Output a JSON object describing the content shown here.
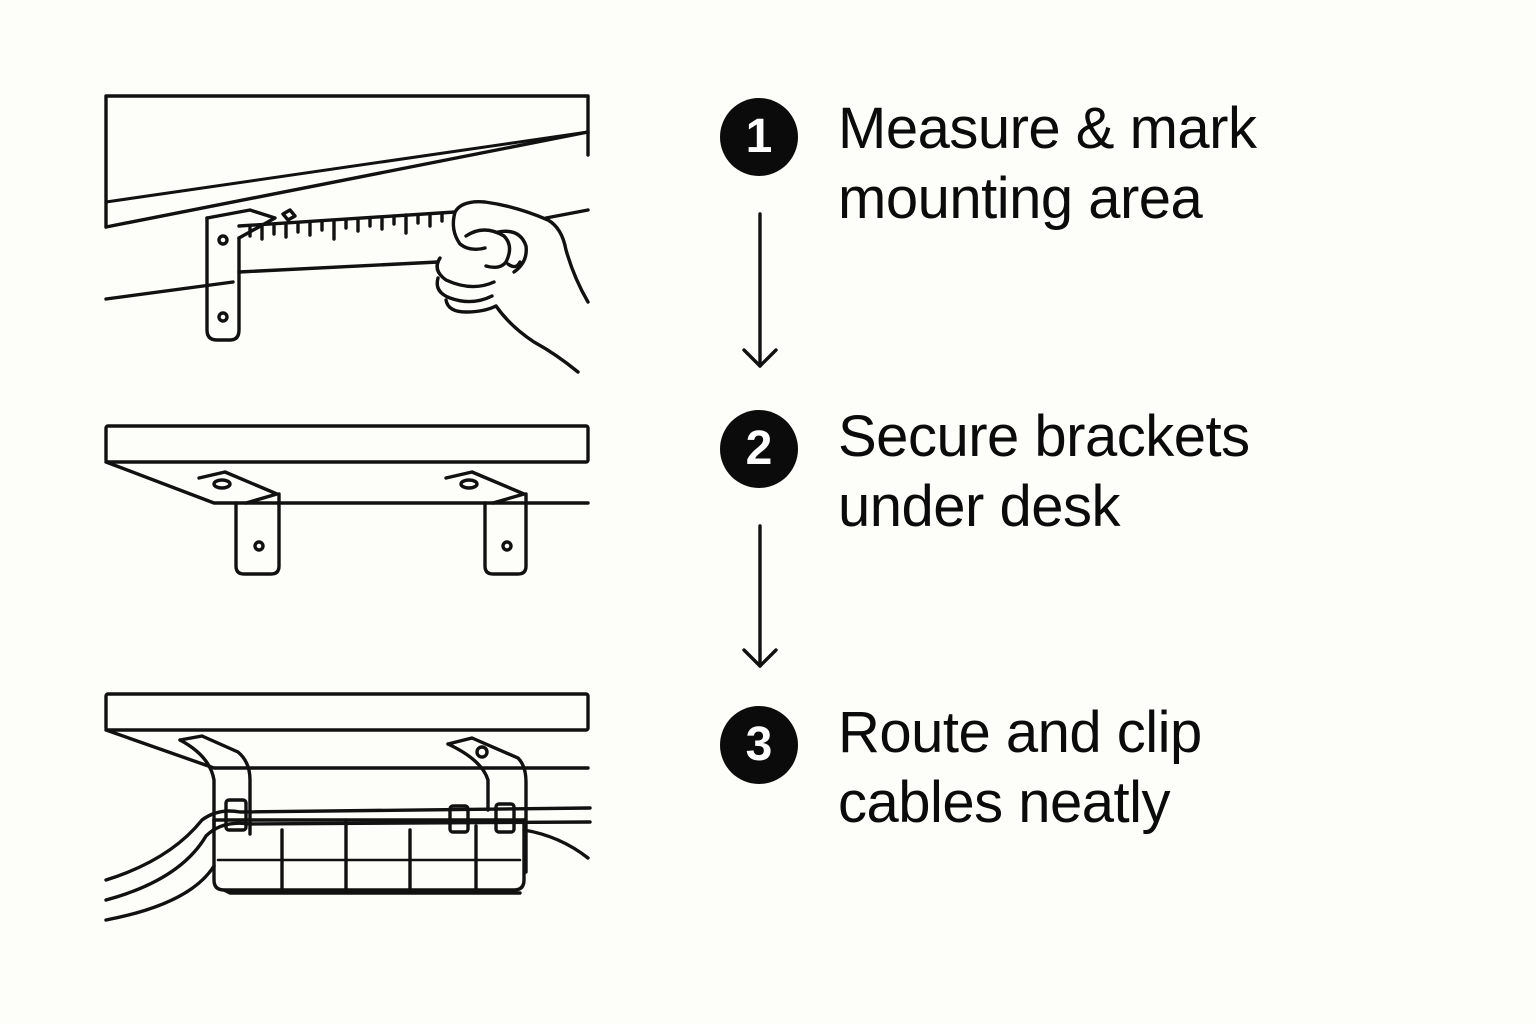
{
  "steps": [
    {
      "number": "1",
      "line1": "Measure & mark",
      "line2": "mounting area",
      "illustration": "tape-measure-under-desk-icon"
    },
    {
      "number": "2",
      "line1": "Secure brackets",
      "line2": "under desk",
      "illustration": "brackets-under-desk-icon"
    },
    {
      "number": "3",
      "line1": "Route and clip",
      "line2": "cables neatly",
      "illustration": "cable-tray-under-desk-icon"
    }
  ],
  "colors": {
    "background": "#fdfdf9",
    "ink": "#0b0b0b",
    "badge_text": "#ffffff"
  }
}
